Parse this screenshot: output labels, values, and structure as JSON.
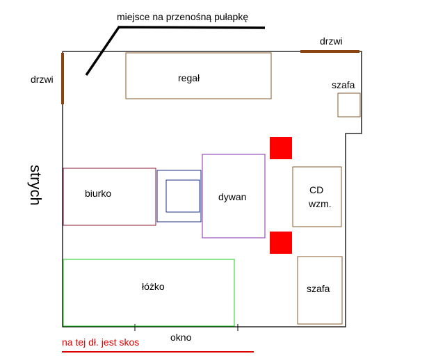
{
  "labels": {
    "trap_place": "miejsce na przenośną pułapkę",
    "door_left": "drzwi",
    "door_top": "drzwi",
    "shelf": "regał",
    "wardrobe_small": "szafa",
    "desk": "biurko",
    "rug": "dywan",
    "cd": "CD",
    "amp": "wzm.",
    "bed": "łóżko",
    "wardrobe": "szafa",
    "window": "okno",
    "slope_note": "na tej dł. jest skos",
    "attic": "strych"
  },
  "colors": {
    "wall": "#000000",
    "door": "#8B4513",
    "shelf": "#8B5A2B",
    "desk": "#8B1A3A",
    "chair": "#1C2F8A",
    "rug": "#8A2BA8",
    "bed": "#22CC22",
    "speaker": "#FF0000",
    "note": "#E00000"
  }
}
